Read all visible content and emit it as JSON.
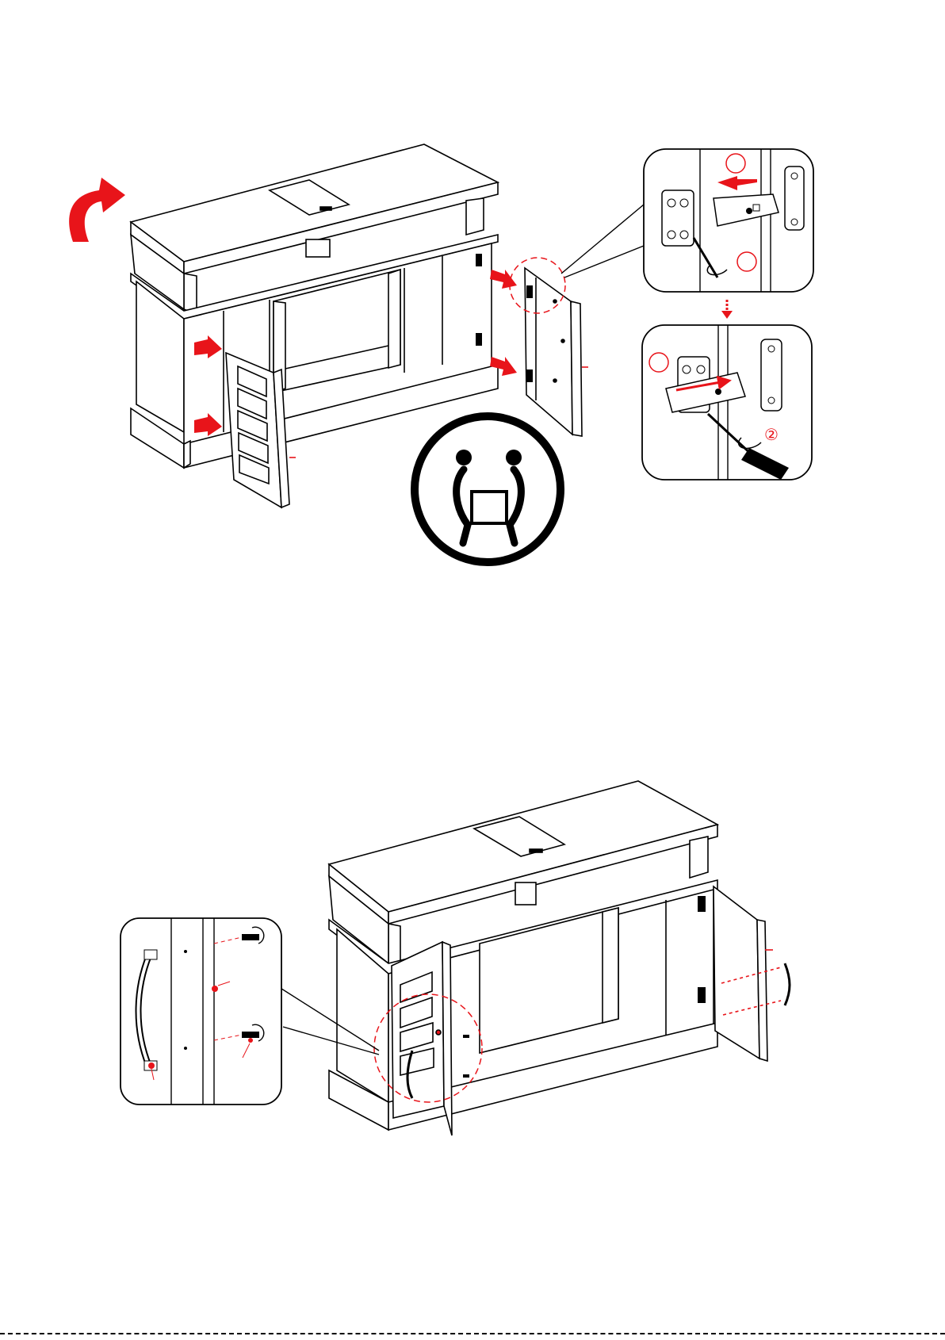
{
  "page": {
    "colors": {
      "ink": "#000000",
      "accent": "#e8141a",
      "paper": "#ffffff"
    },
    "footer_rule": "dashed"
  },
  "step_top": {
    "name": "attach-doors",
    "icons": [
      "rotate-arrow-icon",
      "two-person-lift-icon",
      "hinge-detail-icon",
      "screwdriver-icon"
    ],
    "hinge_detail_1": {
      "circle_marks": [
        "",
        ""
      ]
    },
    "hinge_detail_2": {
      "circle_marks": [
        "",
        "②"
      ]
    }
  },
  "step_bottom": {
    "name": "attach-handles",
    "icons": [
      "handle-icon",
      "screw-icon",
      "handle-detail-icon"
    ]
  }
}
